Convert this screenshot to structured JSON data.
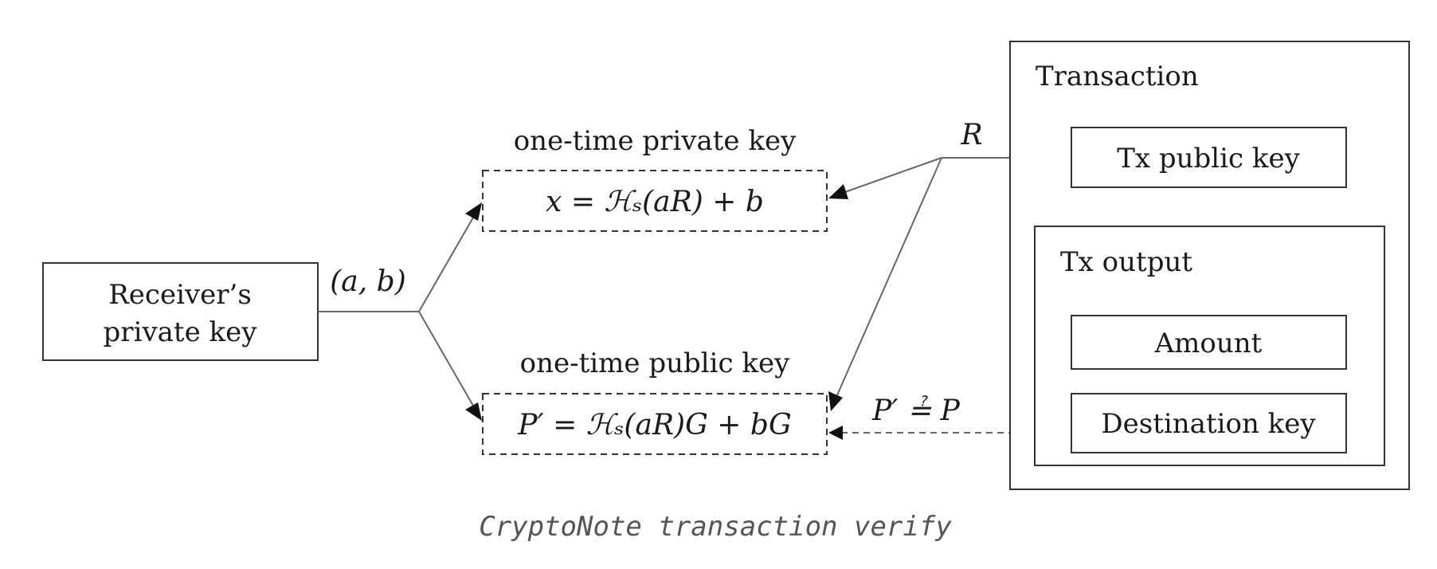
{
  "diagram": {
    "receiver": {
      "line1": "Receiver’s",
      "line2": "private key"
    },
    "edge_ab": "(a, b)",
    "private_title": "one-time private key",
    "private_formula": "x = ℋₛ(aR) + b",
    "public_title": "one-time public key",
    "public_formula": "P′ = ℋₛ(aR)G + bG",
    "edge_R": "R",
    "compare": "P′ ≟ P",
    "transaction": {
      "title": "Transaction",
      "tx_public_key": "Tx public key",
      "output": {
        "title": "Tx output",
        "amount": "Amount",
        "destination_key": "Destination key"
      }
    }
  },
  "caption": "CryptoNote transaction verify"
}
